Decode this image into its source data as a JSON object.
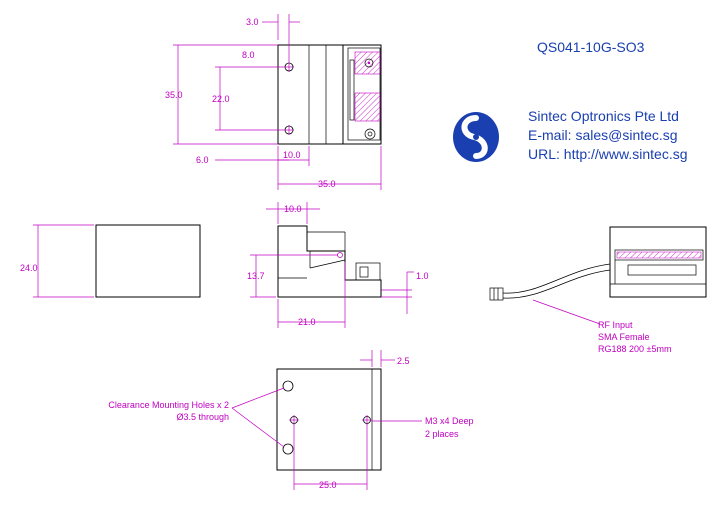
{
  "header": {
    "part_number": "QS041-10G-SO3",
    "company": "Sintec Optronics Pte Ltd",
    "email": "E-mail: sales@sintec.sg",
    "url": "URL: http://www.sintec.sg",
    "logo_color": "#1a3fb0"
  },
  "dimensions": {
    "top_3": "3.0",
    "top_8": "8.0",
    "top_35_height": "35.0",
    "top_22": "22.0",
    "top_6": "6.0",
    "top_10": "10.0",
    "top_35_width": "35.0",
    "side_24": "24.0",
    "front_10": "10.0",
    "front_13_7": "13.7",
    "front_1": "1.0",
    "front_21": "21.0",
    "bottom_2_5": "2.5",
    "bottom_25": "25.0"
  },
  "notes": {
    "rf_1": "RF Input",
    "rf_2": "SMA Female",
    "rf_3": "RG188 200 ±5mm",
    "clear_1": "Clearance Mounting Holes x 2",
    "clear_2": "Ø3.5 through",
    "m3_1": "M3 x4 Deep",
    "m3_2": "2 places"
  },
  "colors": {
    "dimension": "#c000c0",
    "outline": "#000000",
    "header_text": "#1a3fb0"
  }
}
